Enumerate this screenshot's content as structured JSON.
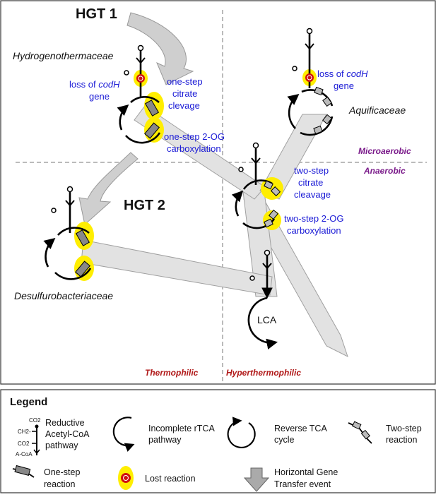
{
  "hgt": {
    "hgt1": "HGT 1",
    "hgt2": "HGT 2"
  },
  "taxa": {
    "hydrogenothermaceae": "Hydrogenothermaceae",
    "aquificaceae": "Aquificaceae",
    "desulfurobacteriaceae": "Desulfurobacteriaceae",
    "lca": "LCA"
  },
  "annotations": {
    "loss_of": "loss of",
    "codh": "codH",
    "gene": "gene",
    "one_step_citrate": [
      "one-step",
      "citrate",
      "clevage"
    ],
    "one_step_2og": [
      "one-step 2-OG",
      "carboxylation"
    ],
    "two_step_citrate": [
      "two-step",
      "citrate",
      "cleavage"
    ],
    "two_step_2og": [
      "two-step 2-OG",
      "carboxylation"
    ]
  },
  "zones": {
    "microaerobic": "Microaerobic",
    "anaerobic": "Anaerobic",
    "thermophilic": "Thermophilic",
    "hyperthermophilic": "Hyperthermophilic"
  },
  "legend": {
    "title": "Legend",
    "wl_mini": {
      "co2_top": "CO2",
      "ch2": "CH2-",
      "co2_left": "CO2",
      "acoa": "A-CoA"
    },
    "reductive_acetyl": [
      "Reductive",
      "Acetyl-CoA",
      "pathway"
    ],
    "incomplete_rtca": [
      "Incomplete rTCA",
      "pathway"
    ],
    "reverse_tca": [
      "Reverse TCA",
      "cycle"
    ],
    "two_step": [
      "Two-step",
      "reaction"
    ],
    "one_step": [
      "One-step",
      "reaction"
    ],
    "lost_reaction": "Lost reaction",
    "hgt_event": [
      "Horizontal Gene",
      "Transfer event"
    ]
  },
  "colors": {
    "tree_fill": "#e2e2e2",
    "tree_stroke": "#a0a0a0",
    "hgt_arrow": "#cfcfcf",
    "highlight": "#ffee00",
    "lost_red": "#d01010",
    "blue_text": "#1a1ad6",
    "purple_text": "#7a1a8a",
    "red_text": "#b01818"
  }
}
